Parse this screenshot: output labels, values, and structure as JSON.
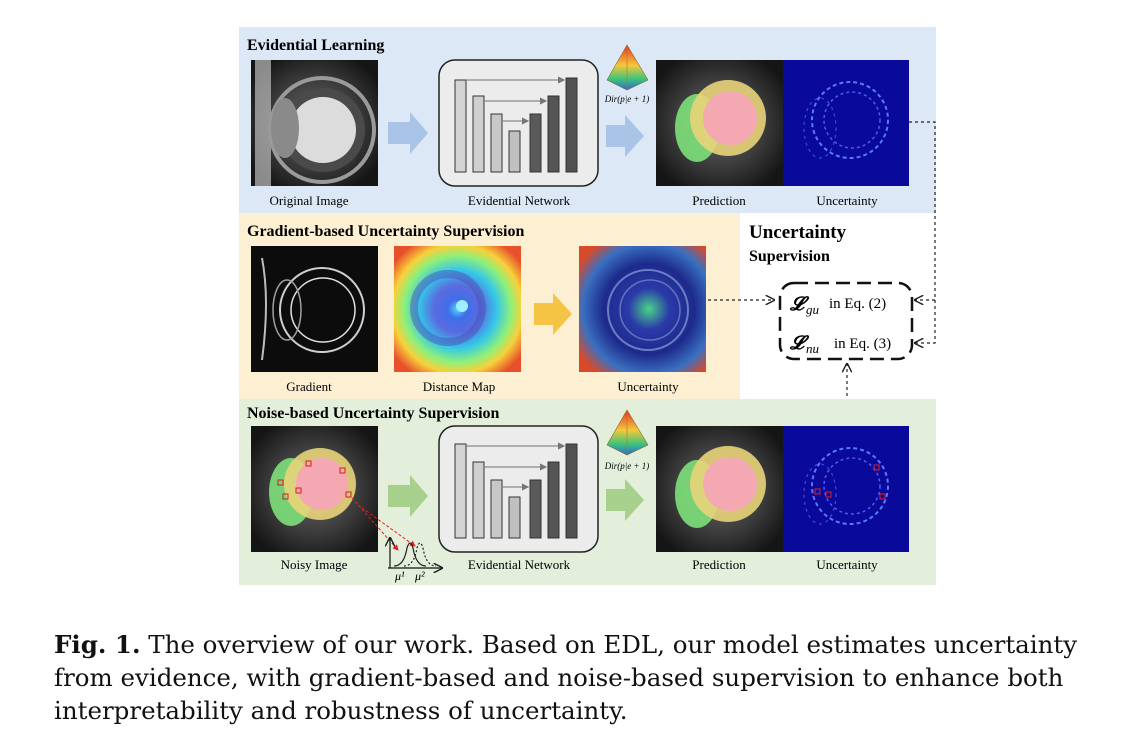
{
  "sections": {
    "evidential_learning": "Evidential Learning",
    "gradient_supervision": "Gradient-based Uncertainty Supervision",
    "noise_supervision": "Noise-based Uncertainty Supervision",
    "uncertainty_supervision_line1": "Uncertainty",
    "uncertainty_supervision_line2": "Supervision"
  },
  "labels": {
    "original_image": "Original Image",
    "evidential_network": "Evidential Network",
    "prediction": "Prediction",
    "uncertainty": "Uncertainty",
    "gradient": "Gradient",
    "distance_map": "Distance Map",
    "noisy_image": "Noisy Image",
    "dirichlet": "Dir(p|e + 1)",
    "mu1": "μ¹",
    "mu2": "μ²"
  },
  "losses": {
    "gu_symbol": "𝓛",
    "gu_sub": "gu",
    "gu_ref": "in Eq. (2)",
    "nu_symbol": "𝓛",
    "nu_sub": "nu",
    "nu_ref": "in Eq. (3)"
  },
  "caption": {
    "label": "Fig. 1.",
    "text": " The overview of our work. Based on EDL, our model estimates uncertainty from evidence, with gradient-based and noise-based supervision to enhance both interpretability and robustness of uncertainty."
  },
  "colors": {
    "panel_blue": "#dce8f5",
    "panel_orange": "#fdf0d2",
    "panel_green": "#e3eedb",
    "arrow_blue": "#a9c4e6",
    "arrow_orange": "#f6c445",
    "arrow_green": "#a8d08d"
  }
}
